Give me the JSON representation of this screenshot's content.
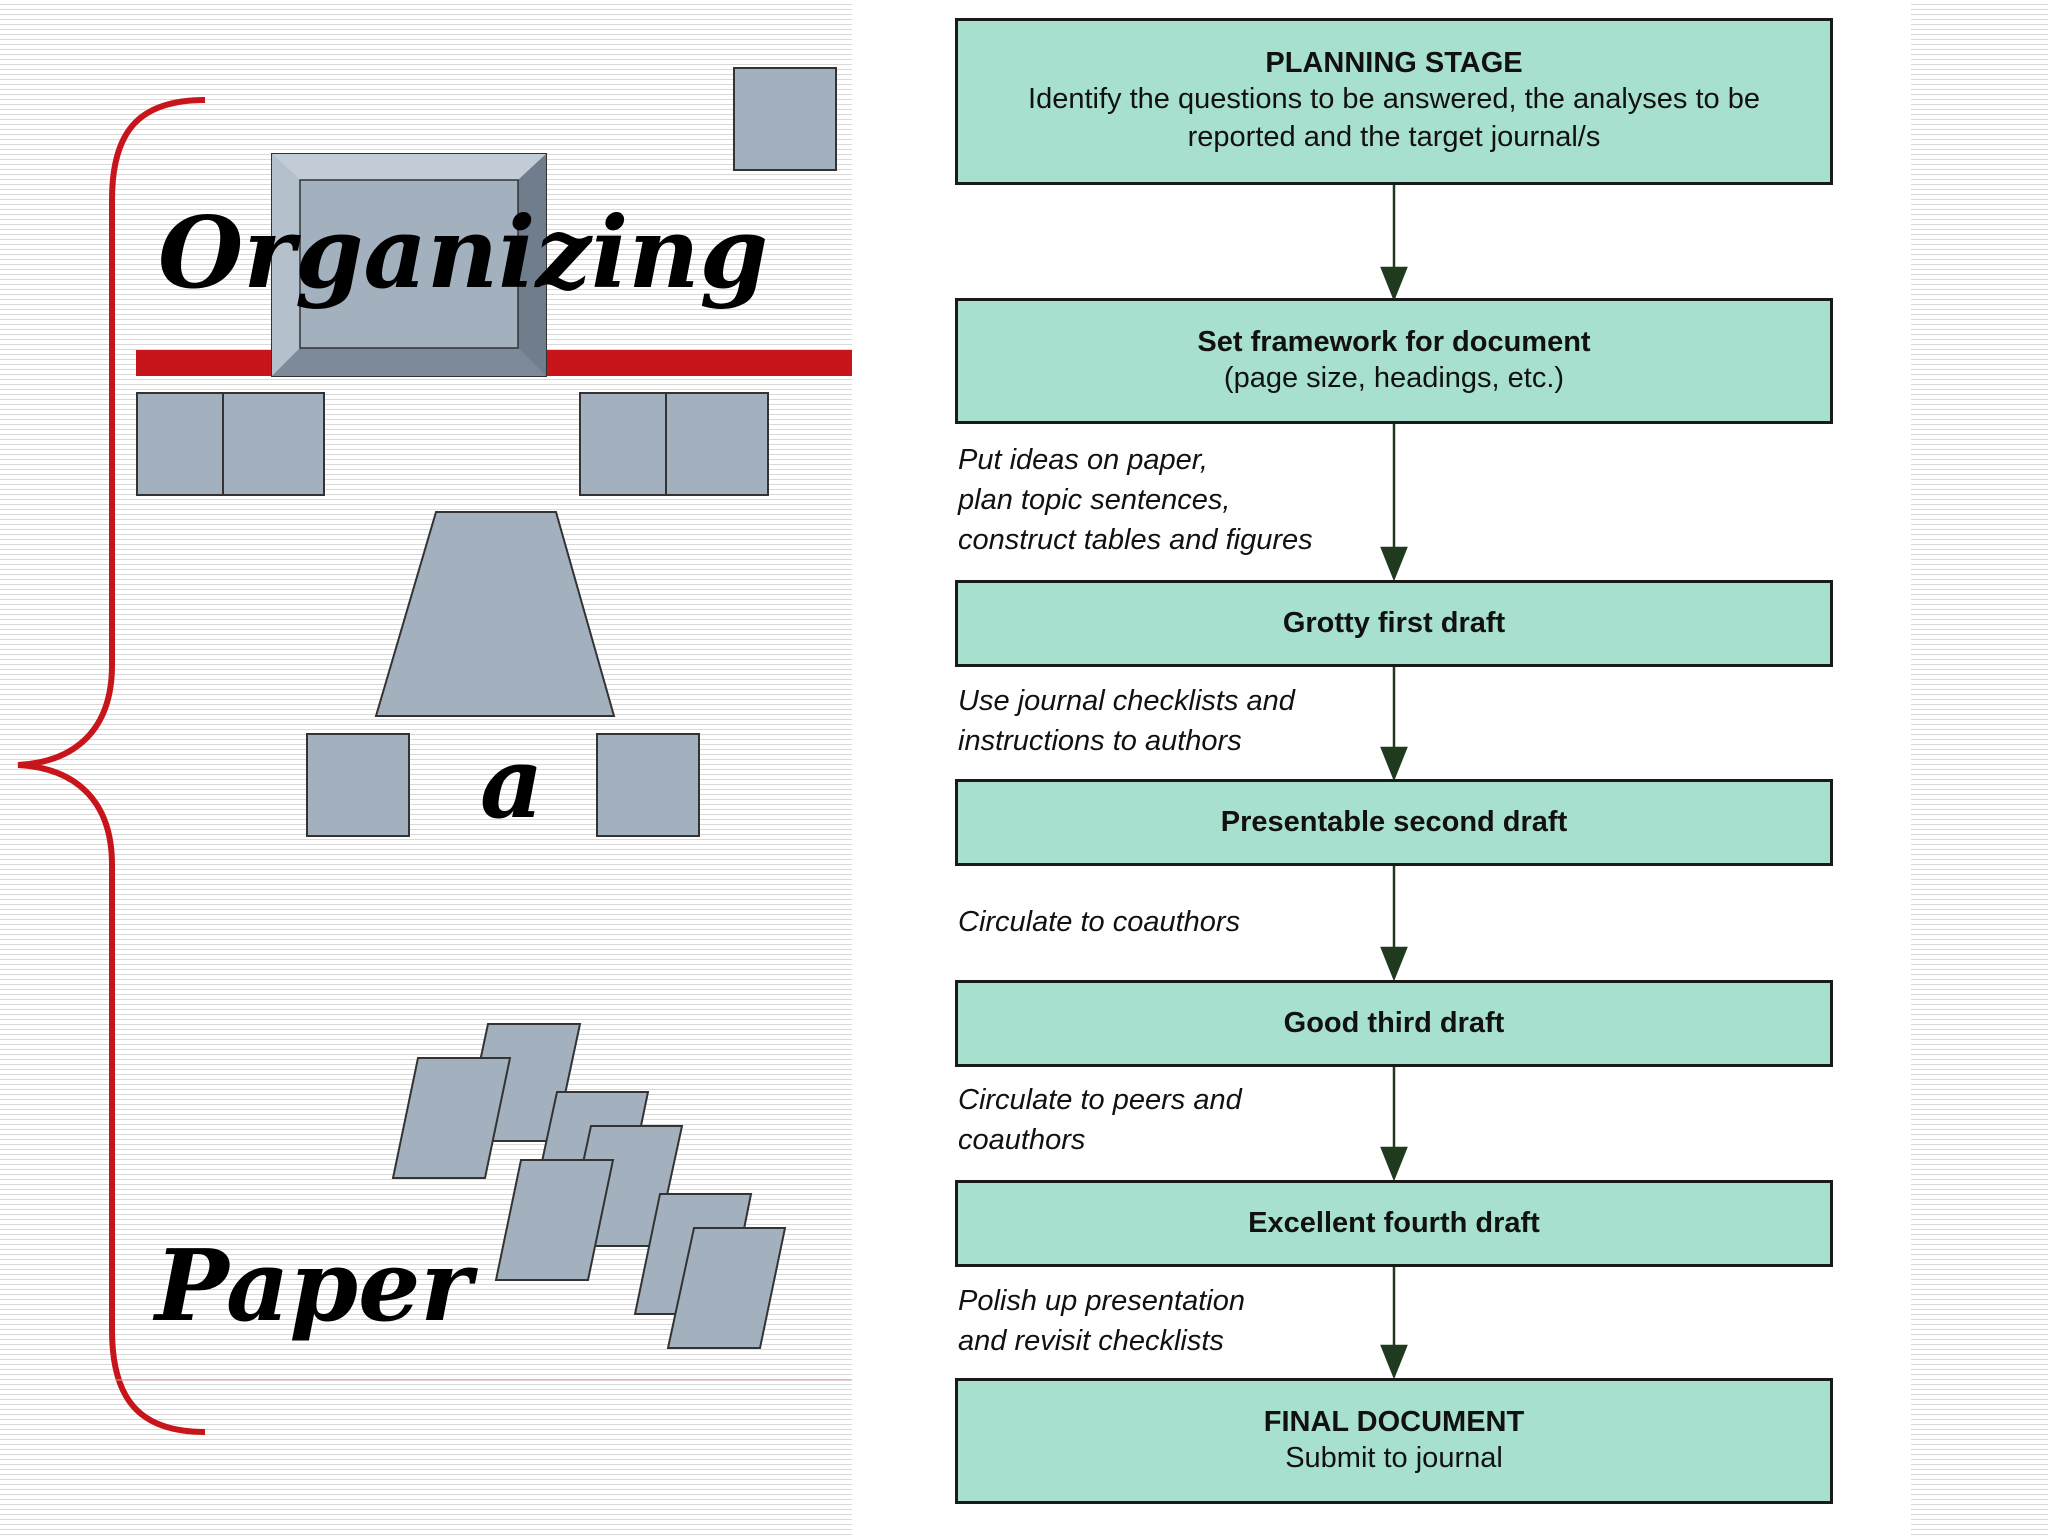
{
  "title": {
    "line1": "Organizing",
    "line2": "a",
    "line3": "Paper"
  },
  "flowchart": {
    "steps": [
      {
        "title": "PLANNING STAGE",
        "text": "Identify the questions to be answered, the analyses to be reported and the target journal/s"
      },
      {
        "title": "Set framework for document",
        "text": "(page size, headings, etc.)"
      },
      {
        "title": "Grotty first draft",
        "text": ""
      },
      {
        "title": "Presentable second draft",
        "text": ""
      },
      {
        "title": "Good third draft",
        "text": ""
      },
      {
        "title": "Excellent fourth draft",
        "text": ""
      },
      {
        "title": "FINAL DOCUMENT",
        "text": "Submit to journal"
      }
    ],
    "notes": [
      "",
      "Put ideas on paper,\nplan topic sentences,\nconstruct tables and figures",
      "Use journal checklists and\ninstructions to authors",
      "Circulate to coauthors",
      "Circulate to peers and\ncoauthors",
      "Polish up presentation\nand revisit checklists"
    ]
  },
  "colors": {
    "box_fill": "#a8e0cf",
    "accent_red": "#c8151b",
    "shape_fill": "#a3b1bf",
    "arrow": "#1f3a1f"
  }
}
